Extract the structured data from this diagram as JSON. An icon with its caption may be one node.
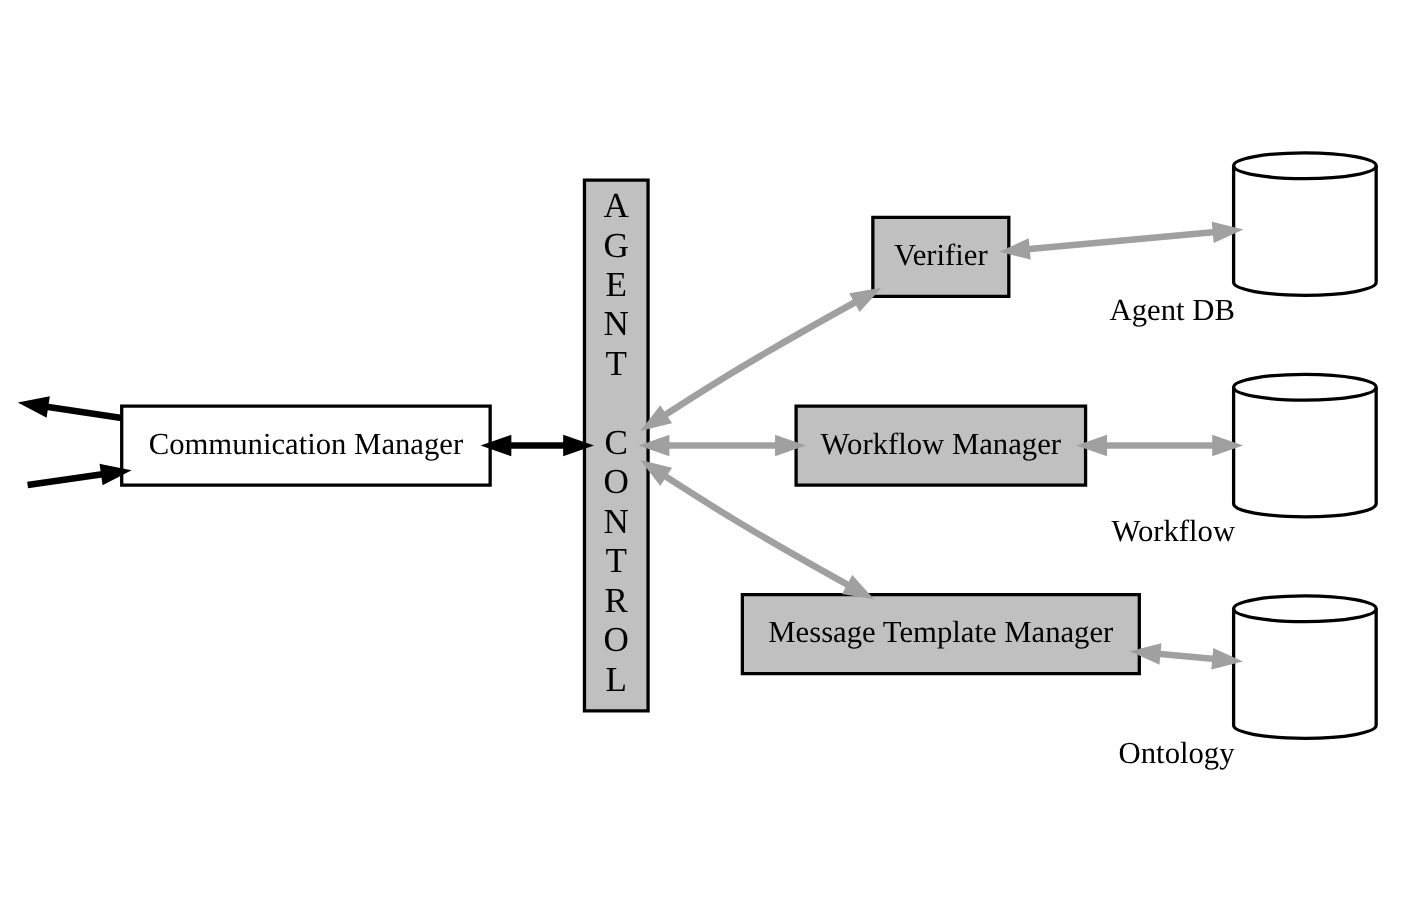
{
  "diagram": {
    "nodes": [
      {
        "text": [
          "Communication Manager"
        ]
      },
      {
        "text": [
          "AGENT CONTROL"
        ]
      },
      {
        "text": [
          "Verifier"
        ]
      },
      {
        "text": [
          "Workflow Manager"
        ]
      },
      {
        "text": [
          "Message Template Manager"
        ]
      },
      {
        "text": [],
        "shape": "cylinder",
        "beside": [
          "Agent DB"
        ]
      },
      {
        "text": [],
        "shape": "cylinder",
        "beside": [
          "Workflow"
        ]
      },
      {
        "text": [],
        "shape": "cylinder",
        "beside": [
          "Ontology"
        ]
      }
    ],
    "edges": [
      {
        "from": 0,
        "to": null,
        "arrow": "to",
        "color": "#000000"
      },
      {
        "from": null,
        "to": 0,
        "arrow": "to",
        "color": "#000000"
      },
      {
        "from": 0,
        "to": 1,
        "arrow": "both",
        "color": "#000000"
      },
      {
        "from": 1,
        "to": 2,
        "arrow": "both"
      },
      {
        "from": 1,
        "to": 3,
        "arrow": "both"
      },
      {
        "from": 1,
        "to": 4,
        "arrow": "both"
      },
      {
        "from": 2,
        "to": 5,
        "arrow": "both"
      },
      {
        "from": 3,
        "to": 6,
        "arrow": "both"
      },
      {
        "from": 4,
        "to": 7,
        "arrow": "both"
      }
    ]
  }
}
